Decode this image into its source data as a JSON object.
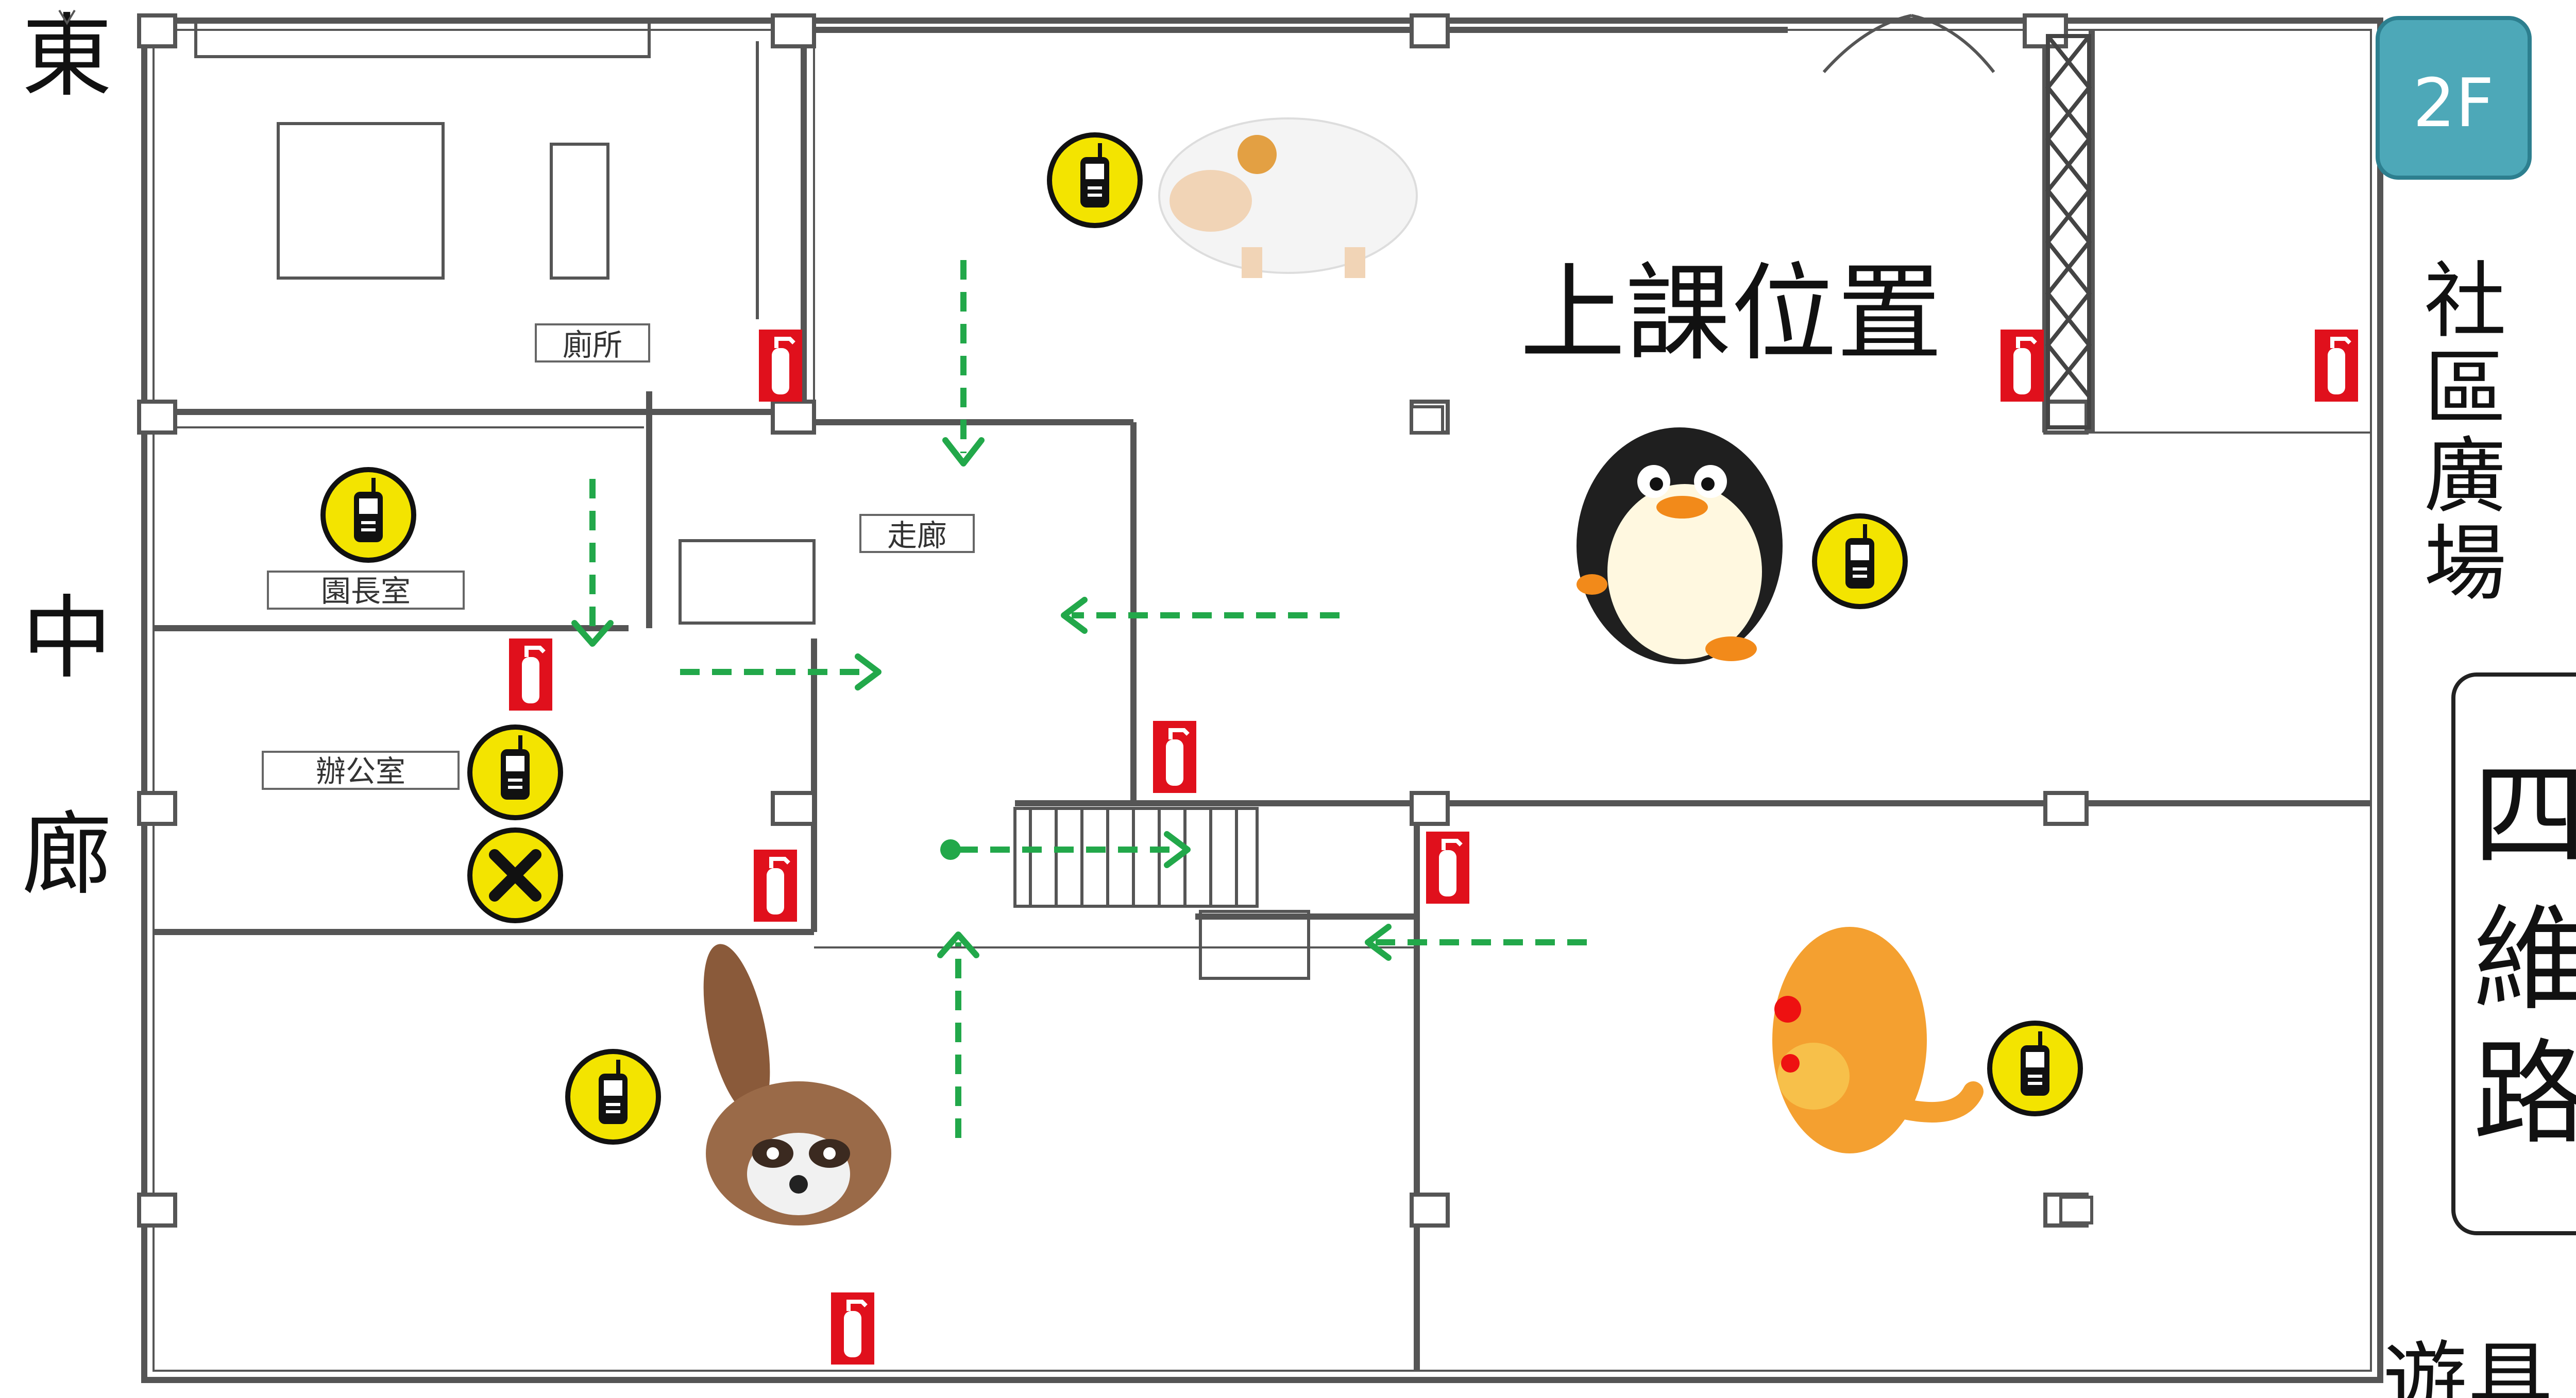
{
  "floor_badge": "2F",
  "main_room_label": "上課位置",
  "rooms": {
    "restroom": "廁所",
    "corridor": "走廊",
    "principal_office": "園長室",
    "office": "辦公室"
  },
  "streets": {
    "left": [
      "東",
      "中",
      "廊"
    ],
    "right_top": [
      "社",
      "區",
      "廣",
      "場"
    ],
    "right_road": [
      "四",
      "維",
      "路"
    ],
    "bottom_right": "遊具"
  },
  "icons": {
    "phone": "walkie-talkie-icon",
    "extinguisher": "fire-extinguisher-icon",
    "tools": "tools-icon",
    "evac_arrow": "evacuation-arrow"
  },
  "colors": {
    "badge_bg": "#4da8b8",
    "arrow": "#22a84a",
    "extinguisher": "#e0101c",
    "phone_yellow": "#f3e400",
    "wall": "#555555"
  }
}
